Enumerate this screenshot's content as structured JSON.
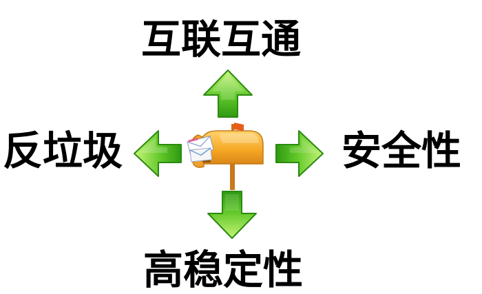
{
  "diagram": {
    "top_label": "互联互通",
    "left_label": "反垃圾",
    "right_label": "安全性",
    "bottom_label": "高稳定性",
    "center_icon": "mailbox-icon",
    "arrow_icon": "green-arrow-icon",
    "colors": {
      "arrow_light": "#b6f06a",
      "arrow_dark": "#2f9a12",
      "mailbox_body": "#f5a623",
      "mailbox_flag": "#e65c1a",
      "text": "#000000"
    }
  }
}
